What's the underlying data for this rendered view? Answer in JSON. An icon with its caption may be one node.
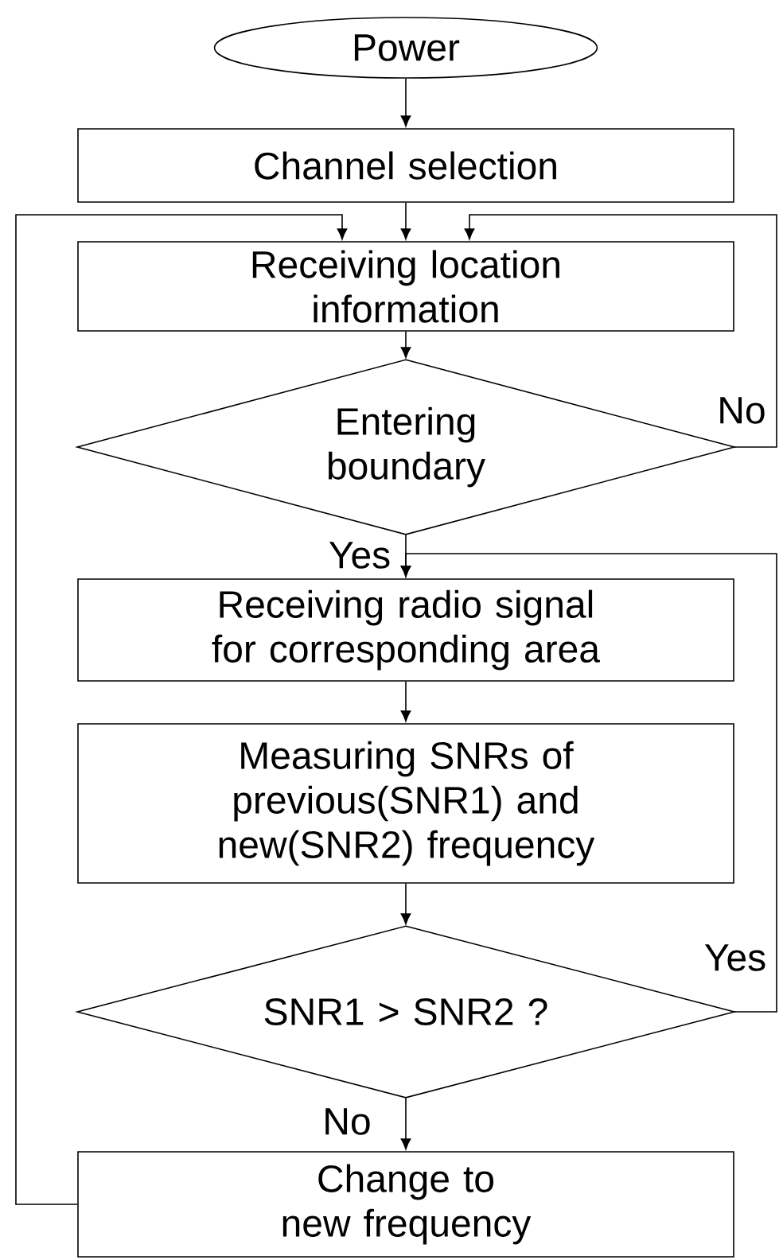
{
  "diagram": {
    "nodes": [
      {
        "text": [
          "Power"
        ]
      },
      {
        "text": [
          "Channel selection"
        ]
      },
      {
        "text": [
          "Receiving location information"
        ]
      },
      {
        "text": [
          "Entering boundary"
        ]
      },
      {
        "text": [
          "Receiving radio signal for corresponding area"
        ]
      },
      {
        "text": [
          "Measuring SNRs of previous(SNR1) and new(SNR2) frequency"
        ]
      },
      {
        "text": [
          "SNR1 > SNR2 ?"
        ]
      },
      {
        "text": [
          "Change to new frequency"
        ]
      }
    ],
    "edges": [
      {
        "from": 0,
        "to": 1,
        "arrow": "to"
      },
      {
        "from": 1,
        "to": 2,
        "arrow": "to"
      },
      {
        "from": 2,
        "to": 3,
        "arrow": "to"
      },
      {
        "from": 3,
        "to": 4,
        "arrow": "to",
        "label": "Yes"
      },
      {
        "from": 4,
        "to": 5,
        "arrow": "to"
      },
      {
        "from": 5,
        "to": 6,
        "arrow": "to"
      },
      {
        "from": 6,
        "to": 7,
        "arrow": "to",
        "label": "No"
      },
      {
        "from": 7,
        "to": 2,
        "arrow": "to"
      },
      {
        "from": 3,
        "to": 2,
        "arrow": "to",
        "label": "No"
      },
      {
        "from": 6,
        "to": 4,
        "arrow": "to",
        "label": "Yes"
      }
    ]
  }
}
